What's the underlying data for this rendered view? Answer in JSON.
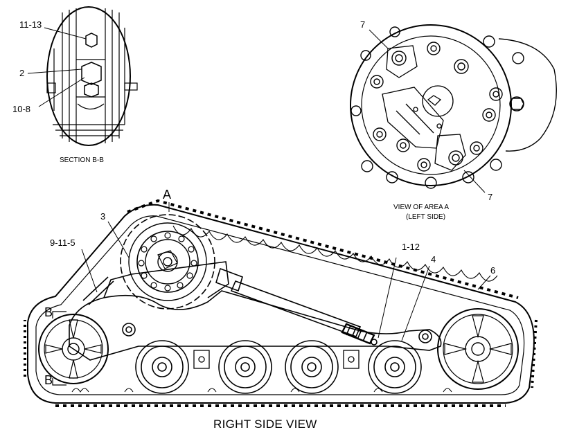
{
  "section_bb": {
    "callouts": [
      "11-13",
      "2",
      "10-8"
    ],
    "caption": "SECTION B-B"
  },
  "area_a": {
    "callout_top": "7",
    "callout_bottom": "7",
    "caption_line1": "VIEW OF AREA A",
    "caption_line2": "(LEFT SIDE)"
  },
  "main": {
    "view_marker": "A",
    "section_marker_top": "B",
    "section_marker_bottom": "B",
    "callouts": {
      "c3": "3",
      "c9_11_5": "9-11-5",
      "c1_12": "1-12",
      "c4": "4",
      "c6": "6"
    },
    "caption": "RIGHT SIDE VIEW"
  }
}
